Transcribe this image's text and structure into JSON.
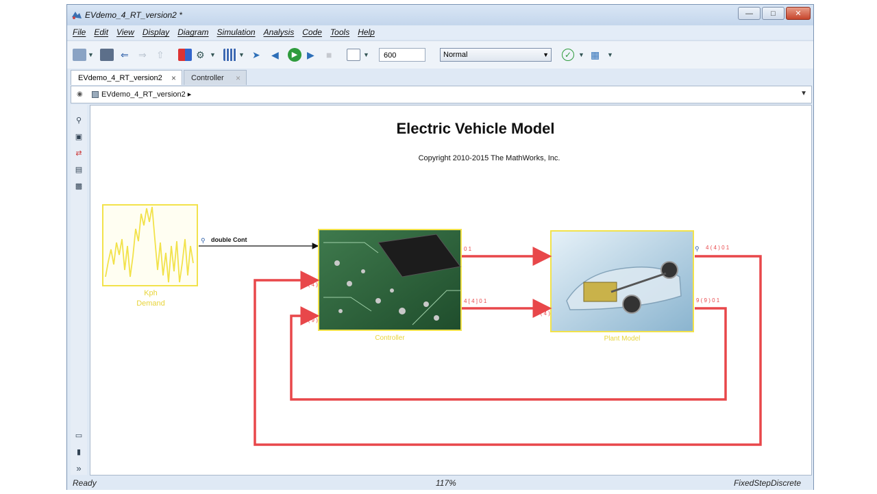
{
  "window": {
    "title": "EVdemo_4_RT_version2 *"
  },
  "menu": [
    "File",
    "Edit",
    "View",
    "Display",
    "Diagram",
    "Simulation",
    "Analysis",
    "Code",
    "Tools",
    "Help"
  ],
  "toolbar": {
    "stop_time": "600",
    "sim_mode": "Normal"
  },
  "tabs": [
    {
      "label": "EVdemo_4_RT_version2",
      "active": true
    },
    {
      "label": "Controller",
      "active": false
    }
  ],
  "breadcrumb": "EVdemo_4_RT_version2",
  "model": {
    "title": "Electric Vehicle Model",
    "copyright": "Copyright 2010-2015 The MathWorks, Inc.",
    "blocks": {
      "demand": {
        "label1": "Kph",
        "label2": "Demand",
        "port_label": "double Cont"
      },
      "controller": {
        "label": "Controller",
        "out1": "0 1",
        "out2": "4 [ 4 ] 0 1",
        "in1": "4 ( 4 )",
        "in2": "9 ( 9 )"
      },
      "plant": {
        "label": "Plant Model",
        "in2": "4 ( 4 )",
        "out1": "4 ( 4 ) 0 1",
        "out2": "9 ( 9 ) 0 1"
      }
    }
  },
  "status": {
    "state": "Ready",
    "zoom": "117%",
    "solver": "FixedStepDiscrete"
  },
  "colors": {
    "signal_red": "#e8474a",
    "block_yellow": "#f2e24a",
    "accent_blue": "#3a6fb0"
  }
}
